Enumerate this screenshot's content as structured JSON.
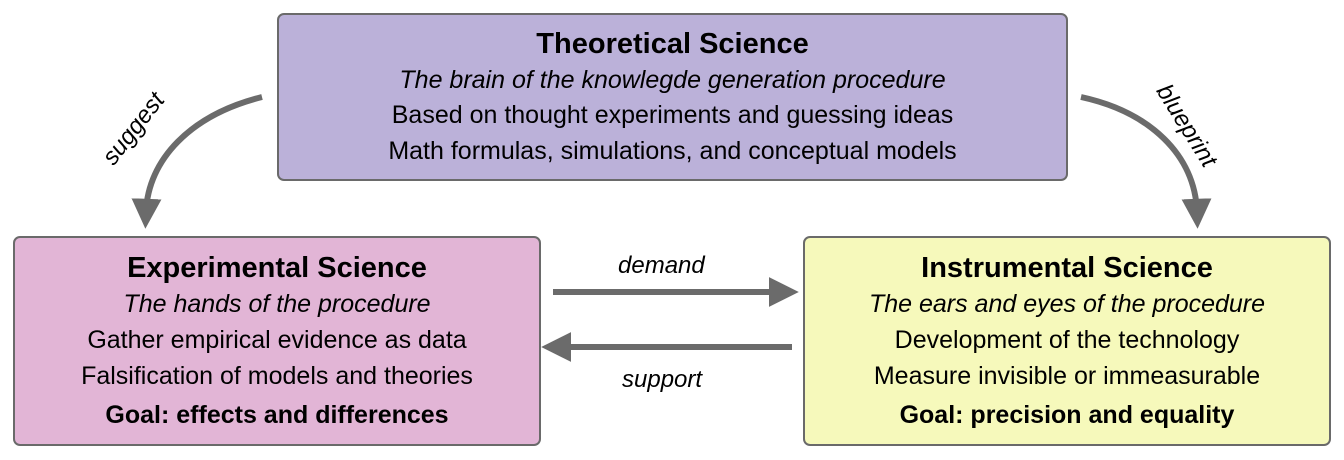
{
  "theoretical": {
    "title": "Theoretical Science",
    "subtitle": "The brain of the knowlegde generation procedure",
    "lines": [
      "Based on thought experiments and guessing ideas",
      "Math formulas, simulations, and conceptual models"
    ]
  },
  "experimental": {
    "title": "Experimental Science",
    "subtitle": "The hands of the procedure",
    "lines": [
      "Gather empirical evidence as data",
      "Falsification of models and theories"
    ],
    "goal": "Goal: effects and differences"
  },
  "instrumental": {
    "title": "Instrumental Science",
    "subtitle": "The ears and eyes of the procedure",
    "lines": [
      "Development of the technology",
      "Measure invisible or immeasurable"
    ],
    "goal": "Goal: precision and equality"
  },
  "arrows": {
    "suggest": "suggest",
    "blueprint": "blueprint",
    "demand": "demand",
    "support": "support"
  },
  "colors": {
    "theoretical": "#bbb1d9",
    "experimental": "#e2b5d6",
    "instrumental": "#f6f9bb",
    "arrow": "#6b6b6b"
  }
}
